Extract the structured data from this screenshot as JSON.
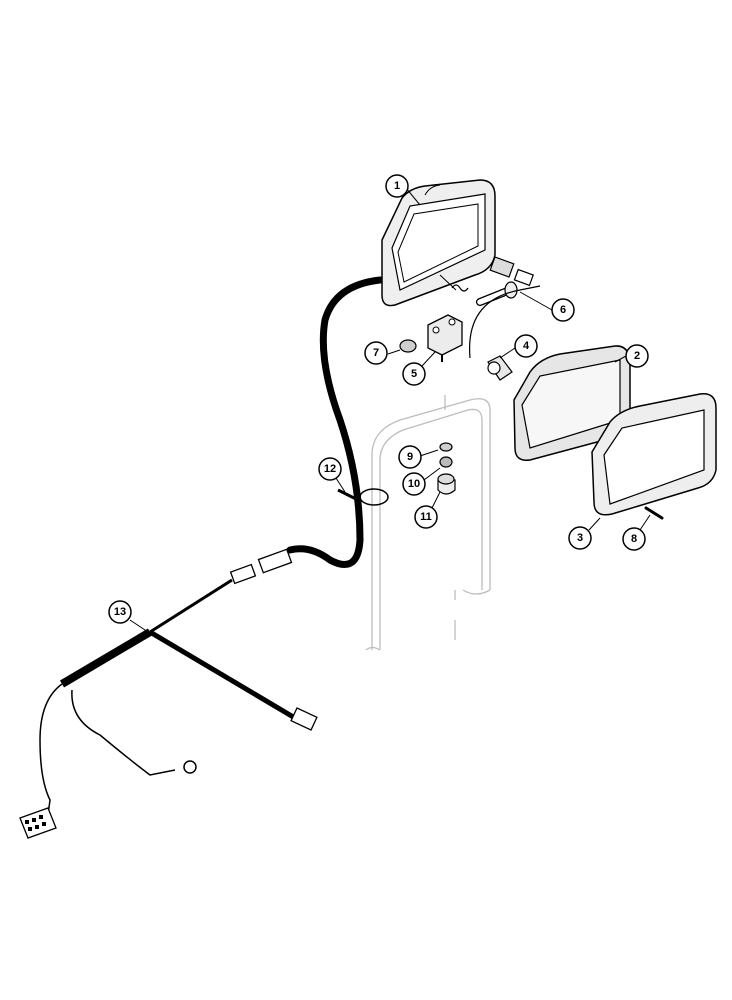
{
  "diagram": {
    "callouts": [
      {
        "id": "1",
        "label": "1"
      },
      {
        "id": "2",
        "label": "2"
      },
      {
        "id": "3",
        "label": "3"
      },
      {
        "id": "4",
        "label": "4"
      },
      {
        "id": "5",
        "label": "5"
      },
      {
        "id": "6",
        "label": "6"
      },
      {
        "id": "7",
        "label": "7"
      },
      {
        "id": "8",
        "label": "8"
      },
      {
        "id": "9",
        "label": "9"
      },
      {
        "id": "10",
        "label": "10"
      },
      {
        "id": "11",
        "label": "11"
      },
      {
        "id": "12",
        "label": "12"
      },
      {
        "id": "13",
        "label": "13"
      }
    ],
    "colors": {
      "line": "#000000",
      "ghost": "#b8b8b8",
      "fill_light": "#eeeeee",
      "fill_mid": "#cfcfcf"
    }
  }
}
